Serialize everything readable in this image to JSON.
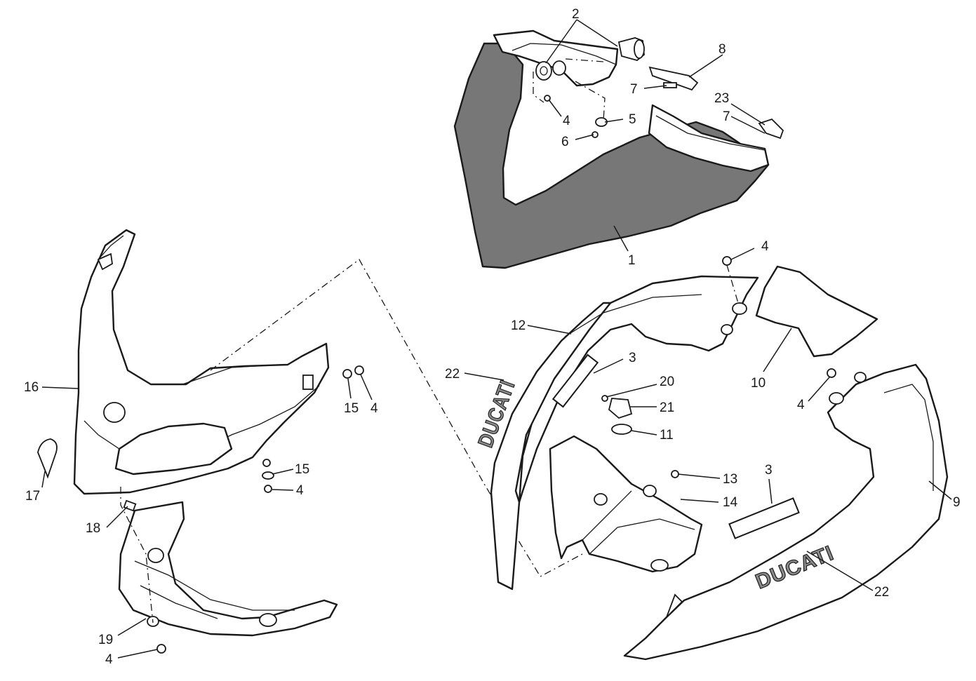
{
  "diagram": {
    "callouts": {
      "c1": "1",
      "c2": "2",
      "c3a": "3",
      "c3b": "3",
      "c4a": "4",
      "c4b": "4",
      "c4c": "4",
      "c4d": "4",
      "c4e": "4",
      "c4f": "4",
      "c5": "5",
      "c6": "6",
      "c7a": "7",
      "c7b": "7",
      "c8": "8",
      "c9": "9",
      "c10": "10",
      "c11": "11",
      "c12": "12",
      "c13": "13",
      "c14": "14",
      "c15a": "15",
      "c15b": "15",
      "c16": "16",
      "c17": "17",
      "c18": "18",
      "c19": "19",
      "c20": "20",
      "c21": "21",
      "c22a": "22",
      "c22b": "22",
      "c23": "23"
    },
    "decals": {
      "logo_small": "DUCATI",
      "logo_large": "DUCATI"
    },
    "colors": {
      "line": "#1a1a1a",
      "dark_fill": "#777777",
      "logo_fill": "#8a8a8a",
      "background": "#ffffff"
    }
  }
}
